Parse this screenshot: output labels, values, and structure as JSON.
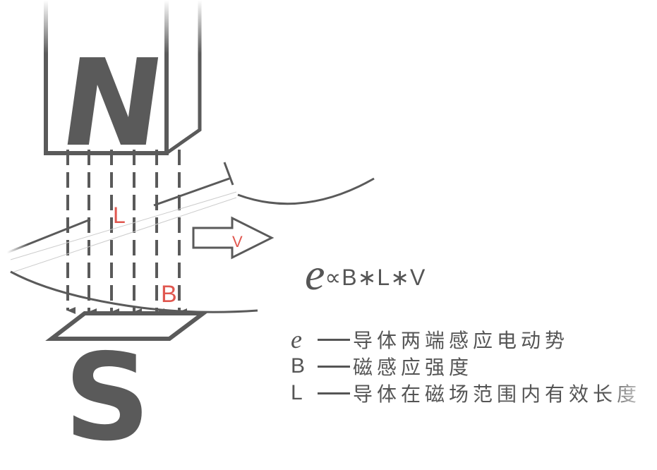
{
  "diagram": {
    "north_pole_label": "N",
    "south_pole_label": "S",
    "length_label": "L",
    "field_label": "B",
    "velocity_label": "V",
    "colors": {
      "stroke": "#5a5a5a",
      "label_accent": "#e0574f",
      "background": "#ffffff"
    }
  },
  "formula": {
    "emf_symbol": "e",
    "expression": "∝B∗L∗V"
  },
  "legend": {
    "items": [
      {
        "symbol": "e",
        "description": "导体两端感应电动势"
      },
      {
        "symbol": "B",
        "description": "磁感应强度"
      },
      {
        "symbol": "L",
        "description": "导体在磁场范围内有效长度"
      }
    ]
  }
}
